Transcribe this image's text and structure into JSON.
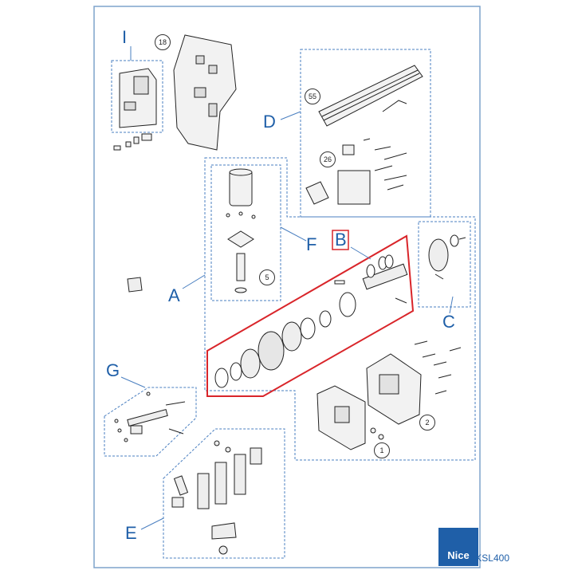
{
  "groups": {
    "A": "A",
    "B": "B",
    "C": "C",
    "D": "D",
    "E": "E",
    "F": "F",
    "G": "G",
    "I": "I"
  },
  "part_numbers": {
    "p18": "18",
    "p55": "55",
    "p26": "26",
    "p5": "5",
    "p1": "1",
    "p2": "2"
  },
  "footer": {
    "model": "NKSL400",
    "brand": "Nice"
  },
  "colors": {
    "accent": "#1f5fa8",
    "highlight": "#d9252a",
    "line": "#222222"
  }
}
